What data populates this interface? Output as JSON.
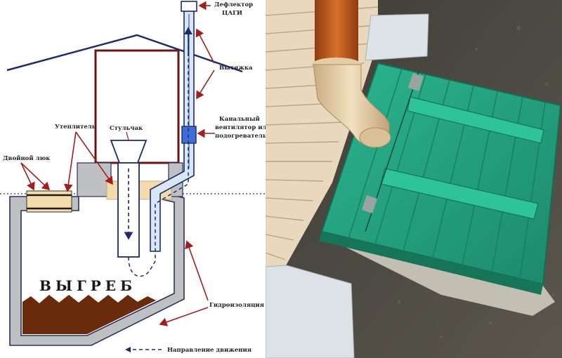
{
  "labels": {
    "deflector_line1": "Дефлектор",
    "deflector_line2": "ЦАГИ",
    "exhaust": "Вытяжка",
    "fan_line1": "Канальный",
    "fan_line2": "вентилятор или",
    "fan_line3": "подогреватель",
    "insulation": "Утеплитель",
    "toilet_seat": "Стульчак",
    "double_hatch": "Двойной люк",
    "cesspit": "ВЫГРЕБ",
    "waterproofing": "Гидроизоляция",
    "flow_direction": "Направление движения"
  },
  "colors": {
    "pointer_arrows": "#a51c1c",
    "house_outline": "#6b1515",
    "roof_line": "#1c2a6e",
    "pit_wall_fill": "#bfc0c2",
    "pit_outline": "#2a3060",
    "insulation_fill": "#f4dcaa",
    "waste_fill": "#6a2a0c",
    "vent_pipe_fill": "#d9e6f5",
    "fan_fill": "#3f6fd6",
    "hatch_lid": "#27a582",
    "drain_pipe": "#c15a1a",
    "pipe_elbow": "#e7cfa6",
    "wall_siding": "#e9d8be",
    "ground": "#4d4a43",
    "paving_slab": "#dde2e6"
  }
}
